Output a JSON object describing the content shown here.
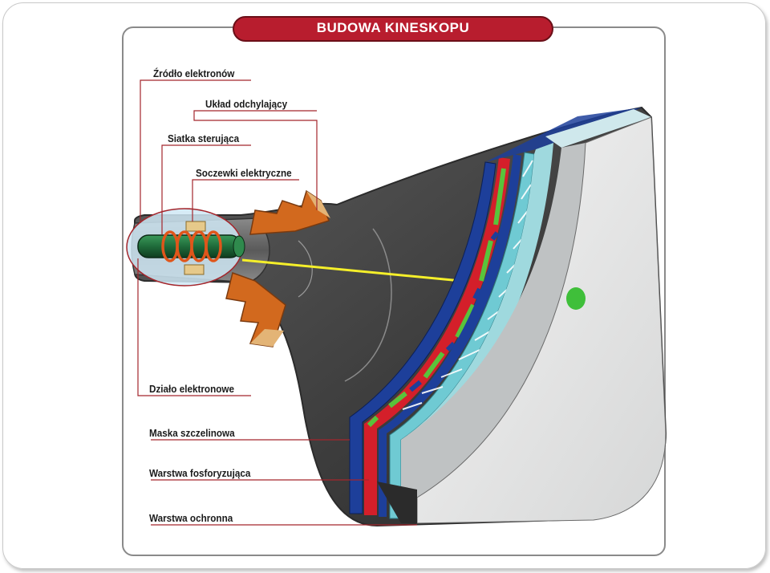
{
  "title": "BUDOWA KINESKOPU",
  "labels": {
    "electron_source": "Źródło elektronów",
    "deflection_system": "Układ odchylający",
    "control_grid": "Siatka sterująca",
    "electric_lenses": "Soczewki elektryczne",
    "electron_gun": "Działo elektronowe",
    "slot_mask": "Maska szczelinowa",
    "phosphor_layer": "Warstwa fosforyzująca",
    "protective_layer": "Warstwa ochronna"
  },
  "colors": {
    "banner": "#b81d2e",
    "label_line": "#a4262c",
    "tube_body": "#4a4a4a",
    "gun_green": "#1f6b3a",
    "coil": "#e0561b",
    "deflection_yoke": "#d2691e",
    "beam": "#f5ef2a",
    "mask_blue": "#1d3f9a",
    "phosphor_red": "#d41f2a",
    "phosphor_green": "#59c33b",
    "phosphor_blue": "#1d3f9a",
    "protective_cyan": "#6fcad3",
    "screen_face": "#e9eaea",
    "spot_green": "#3fbf3a"
  }
}
